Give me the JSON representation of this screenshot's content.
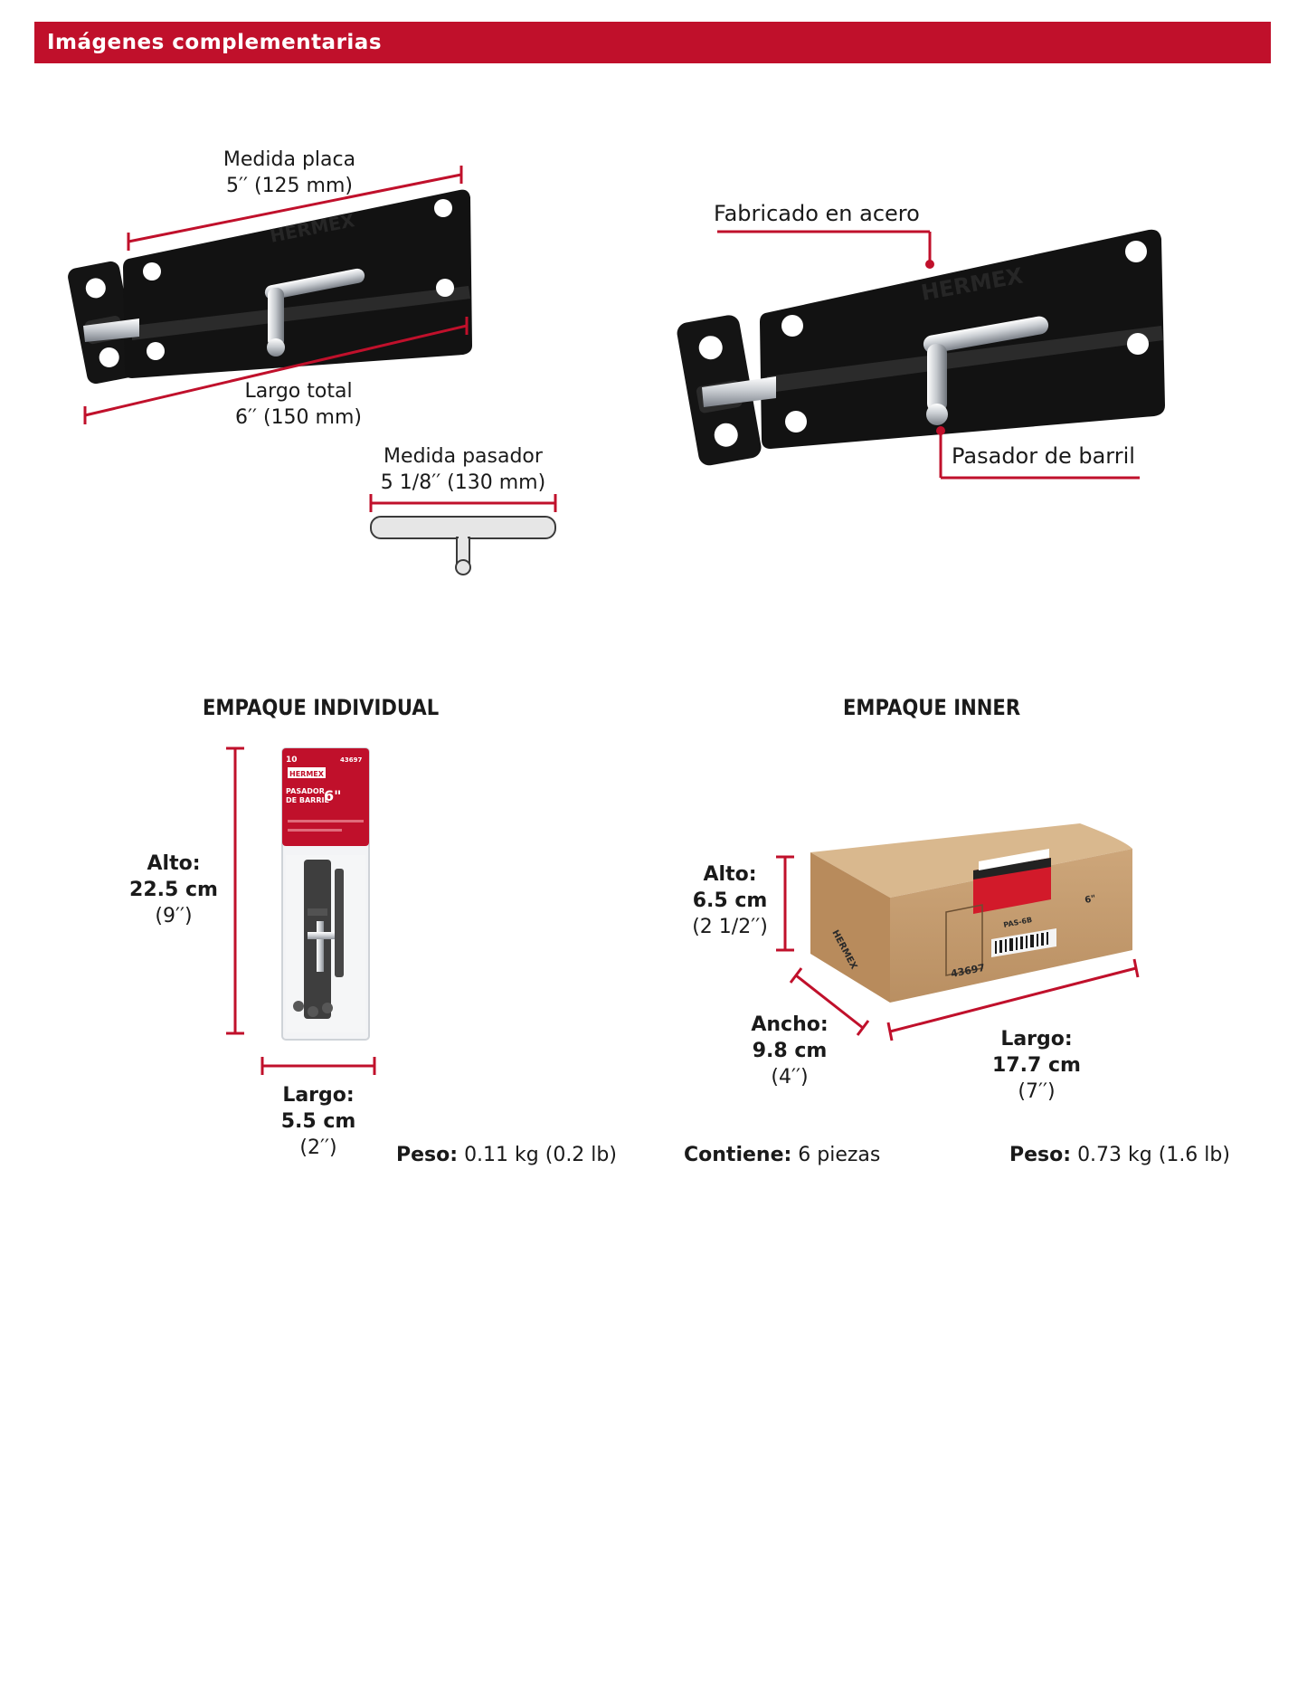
{
  "header": {
    "title": "Imágenes complementarias"
  },
  "brand": {
    "accent": "#c0102b",
    "logo_text": "HERMEX"
  },
  "product": {
    "plate": {
      "label": "Medida placa",
      "value": "5′′ (125 mm)"
    },
    "total": {
      "label": "Largo total",
      "value": "6′′ (150 mm)"
    },
    "pin": {
      "label": "Medida pasador",
      "value": "5 1/8′′ (130 mm)"
    },
    "material": "Fabricado en acero",
    "barrel": "Pasador de barril"
  },
  "individual": {
    "title": "EMPAQUE INDIVIDUAL",
    "alto": {
      "label": "Alto:",
      "cm": "22.5 cm",
      "in": "(9′′)"
    },
    "largo": {
      "label": "Largo:",
      "cm": "5.5 cm",
      "in": "(2′′)"
    },
    "peso": {
      "label": "Peso:",
      "value": "0.11 kg (0.2 lb)"
    },
    "card": {
      "qty": "10",
      "brand": "HERMEX",
      "code": "43697",
      "name1": "PASADOR",
      "name2": "DE BARRIL",
      "size": "6\""
    }
  },
  "inner": {
    "title": "EMPAQUE INNER",
    "alto": {
      "label": "Alto:",
      "cm": "6.5 cm",
      "in": "(2 1/2′′)"
    },
    "ancho": {
      "label": "Ancho:",
      "cm": "9.8 cm",
      "in": "(4′′)"
    },
    "largo": {
      "label": "Largo:",
      "cm": "17.7 cm",
      "in": "(7′′)"
    },
    "contiene": {
      "label": "Contiene:",
      "value": "6 piezas"
    },
    "peso": {
      "label": "Peso:",
      "value": "0.73 kg (1.6 lb)"
    },
    "box": {
      "code": "43697",
      "model": "PAS-6B",
      "size": "6\""
    }
  }
}
